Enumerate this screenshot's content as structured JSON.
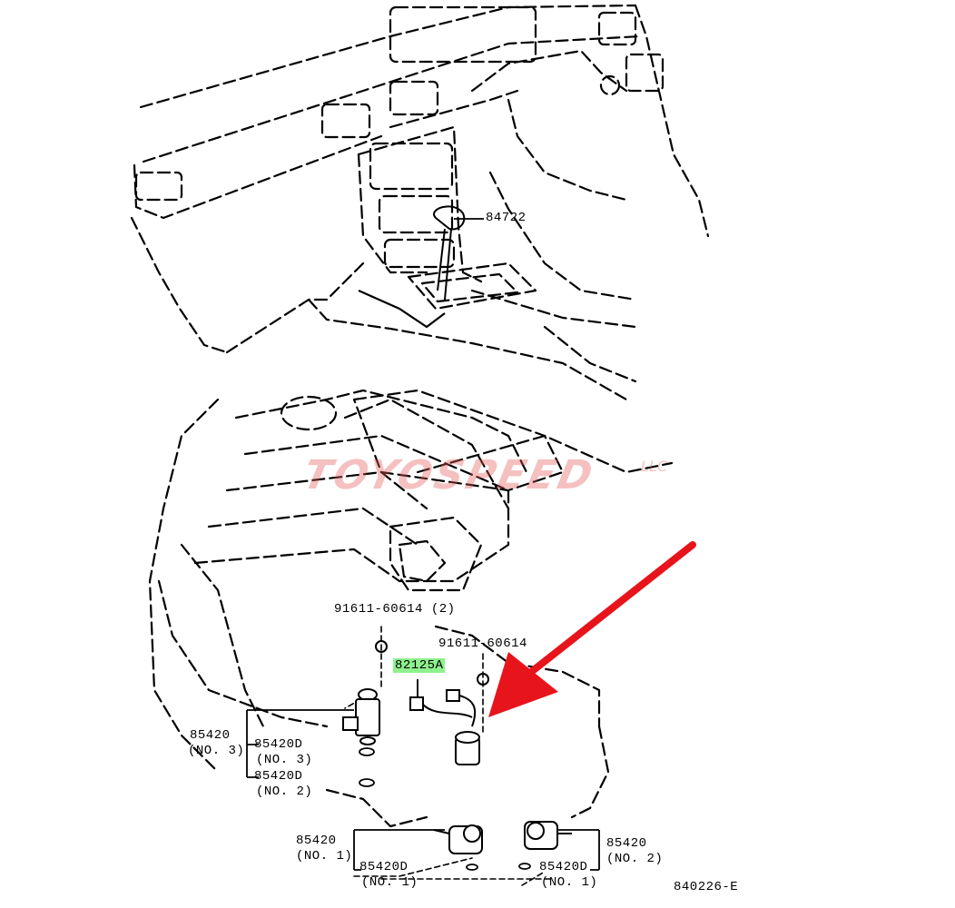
{
  "diagram": {
    "watermark": {
      "text": "TOYOSPEED",
      "suffix": "LLC"
    },
    "labels": {
      "shift_knob": "84722",
      "bolt_left": "91611-60614 (2)",
      "bolt_right": "91611-60614",
      "part_highlight": "82125A",
      "coil_no3": "85420",
      "coil_no3_sub": "(NO. 3)",
      "plug_no3": "85420D",
      "plug_no3_sub": "(NO. 3)",
      "plug_no2": "85420D",
      "plug_no2_sub": "(NO. 2)",
      "coil_no1": "85420",
      "coil_no1_sub": "(NO. 1)",
      "plug_no1_left": "85420D",
      "plug_no1_left_sub": "(NO. 1)",
      "coil_no2": "85420",
      "coil_no2_sub": "(NO. 2)",
      "plug_no1_right": "85420D",
      "plug_no1_right_sub": "(NO. 1)",
      "figure_id": "840226-E"
    },
    "colors": {
      "line": "#000000",
      "arrow": "#e8141b",
      "highlight": "#8ef08e",
      "watermark": "#e65a5a"
    }
  }
}
